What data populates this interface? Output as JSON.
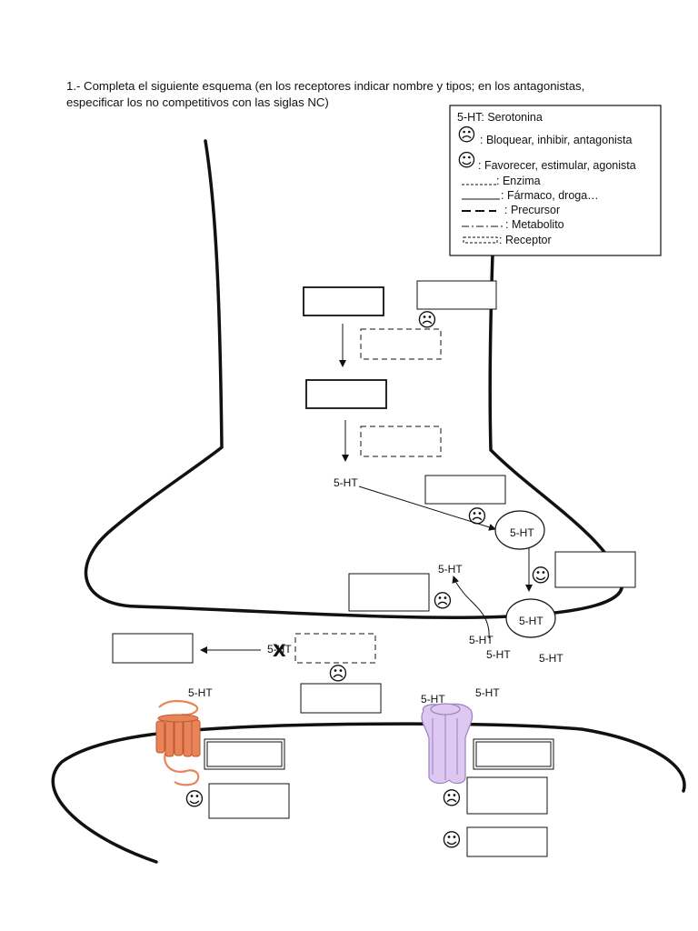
{
  "instructions": {
    "line1": "1.- Completa el siguiente esquema (en los receptores indicar nombre y tipos; en los antagonistas,",
    "line2": "especificar los no competitivos con las siglas NC)"
  },
  "legend": {
    "title": "5-HT: Serotonina",
    "sad_text": ": Bloquear, inhibir, antagonista",
    "happy_text": ": Favorecer, estimular, agonista",
    "enzima": ": Enzima",
    "farmaco": ": Fármaco, droga…",
    "precursor": ": Precursor",
    "metabolito": ": Metabolito",
    "receptor": ":  Receptor"
  },
  "icons": {
    "sad": "☹",
    "happy": "☺",
    "cross": "X"
  },
  "labels": {
    "serotonin": "5-HT",
    "synthesis": "5-HT",
    "vesicle_top": "5-HT",
    "vesicle_bottom": "5-HT",
    "reuptake_arrow": "5-HT",
    "release_left": "5-HT",
    "release_mid": "5-HT",
    "release_right": "5-HT",
    "degraded": "5-HT",
    "receptor_left": "5-HT",
    "receptor_right_a": "5-HT",
    "receptor_right_b": "5-HT"
  },
  "colors": {
    "gpcr": "#e8845a",
    "gpcr_stroke": "#c2572d",
    "channel": "#dcc8f0",
    "channel_stroke": "#9a82c0",
    "line": "#111111"
  }
}
